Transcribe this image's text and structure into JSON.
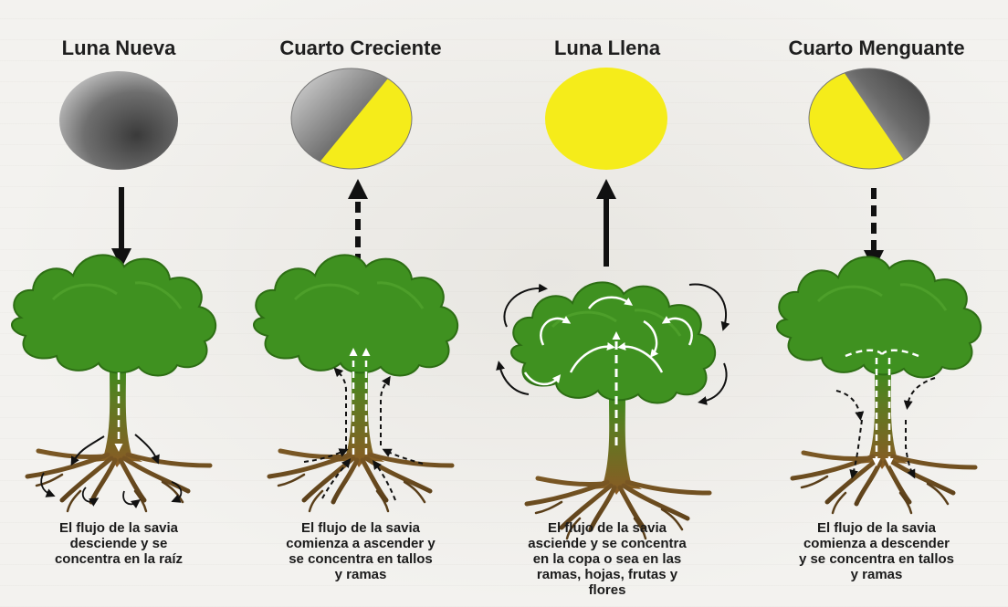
{
  "phases": [
    {
      "title": "Luna Nueva",
      "moon": "new",
      "flow": "down",
      "caption": [
        "El flujo de la savia",
        "desciende y se",
        "concentra en la raíz"
      ]
    },
    {
      "title": "Cuarto Creciente",
      "moon": "first-quarter",
      "flow": "up-dashed",
      "caption": [
        "El flujo de la savia",
        "comienza a ascender y",
        "se concentra en tallos",
        "y ramas"
      ]
    },
    {
      "title": "Luna Llena",
      "moon": "full",
      "flow": "up",
      "caption": [
        "El flujo de la savia",
        "asciende y se concentra",
        "en la copa o sea en las",
        "ramas, hojas, frutas y",
        "flores"
      ]
    },
    {
      "title": "Cuarto Menguante",
      "moon": "last-quarter",
      "flow": "down-dashed",
      "caption": [
        "El flujo de la savia",
        "comienza a descender",
        "y se concentra en tallos",
        "y ramas"
      ]
    }
  ],
  "colors": {
    "moon_yellow": "#f5ec1a",
    "moon_dark": "#4a4a4a",
    "foliage": "#3d8f1e",
    "trunk": "#7a5a2a",
    "arrow": "#111111"
  }
}
